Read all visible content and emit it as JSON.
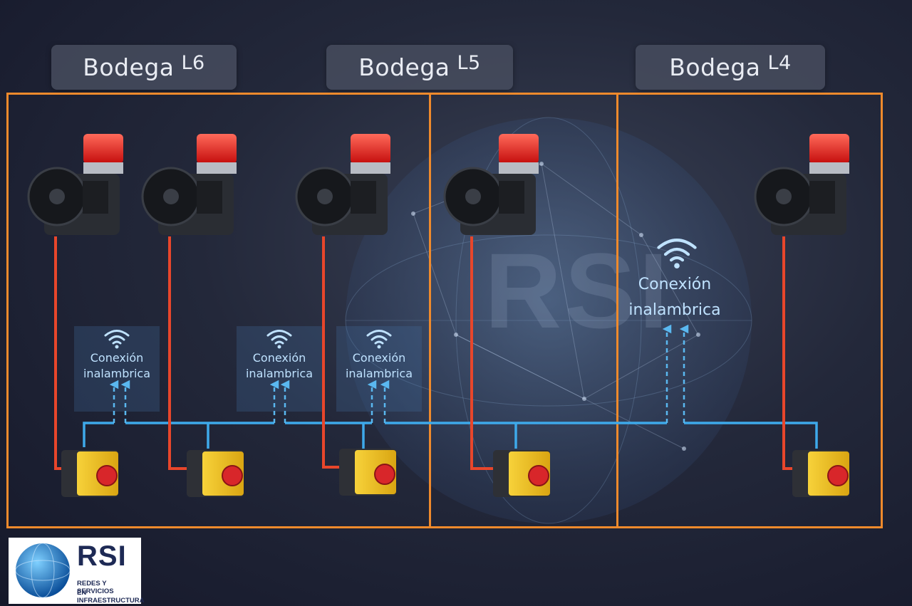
{
  "bodegas": [
    {
      "name": "Bodega",
      "level": "L6"
    },
    {
      "name": "Bodega",
      "level": "L5"
    },
    {
      "name": "Bodega",
      "level": "L4"
    }
  ],
  "wireless": {
    "small_label": [
      "Conexión",
      "inalambrica"
    ],
    "large_label": [
      "Conexión",
      "inalambrica"
    ]
  },
  "watermark": "RSI",
  "logo": {
    "name": "RSI",
    "subtitle_line1": "REDES Y SERVICIOS",
    "subtitle_line2": "EN INFRAESTRUCTURA"
  },
  "colors": {
    "frame": "#ef8a2c",
    "wired_cable": "#e8462b",
    "wireless_link": "#3ea9ea",
    "beacon": "#ff2020",
    "button_box": "#f2c21b",
    "button": "#d8262a"
  }
}
